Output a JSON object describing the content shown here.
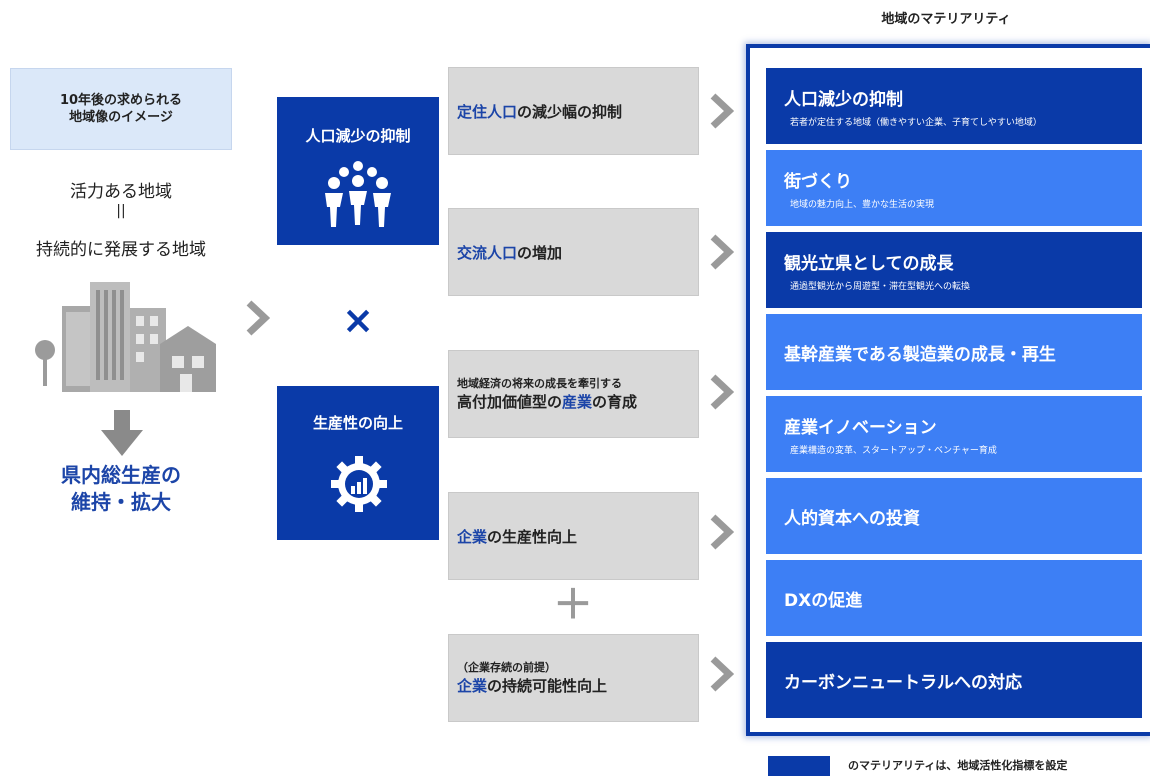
{
  "left": {
    "vision_box": [
      "10年後の求められる",
      "地域像のイメージ"
    ],
    "vision_line1": "活力ある地域",
    "vision_equals": "||",
    "vision_line2": "持続的に発展する地域",
    "gdp": [
      "県内総生産の",
      "維持・拡大"
    ]
  },
  "middle": {
    "population_label": "人口減少の抑制",
    "times": "×",
    "productivity_label": "生産性の向上",
    "plus": "＋"
  },
  "gray_items": [
    {
      "parts": [
        [
          "定住人口",
          true
        ],
        [
          "の減少幅の抑制",
          false
        ]
      ]
    },
    {
      "parts": [
        [
          "交流人口",
          true
        ],
        [
          "の増加",
          false
        ]
      ]
    },
    {
      "small": "地域経済の将来の成長を牽引する",
      "parts": [
        [
          "高付加価値型の",
          false
        ],
        [
          "産業",
          true
        ],
        [
          "の育成",
          false
        ]
      ]
    },
    {
      "parts": [
        [
          "企業",
          true
        ],
        [
          "の生産性向上",
          false
        ]
      ]
    },
    {
      "small": "（企業存続の前提）",
      "parts": [
        [
          "企業",
          true
        ],
        [
          "の持続可能性向上",
          false
        ]
      ]
    }
  ],
  "materiality": {
    "title": "地域のマテリアリティ",
    "items": [
      {
        "title": "人口減少の抑制",
        "sub": "若者が定住する地域（働きやすい企業、子育てしやすい地域）",
        "style": "dark"
      },
      {
        "title": "街づくり",
        "sub": "地域の魅力向上、豊かな生活の実現",
        "style": "light"
      },
      {
        "title": "観光立県としての成長",
        "sub": "通過型観光から周遊型・滞在型観光への転換",
        "style": "dark"
      },
      {
        "title": "基幹産業である製造業の成長・再生",
        "sub": "",
        "style": "light"
      },
      {
        "title": "産業イノベーション",
        "sub": "産業構造の変革、スタートアップ・ベンチャー育成",
        "style": "light"
      },
      {
        "title": "人的資本への投資",
        "sub": "",
        "style": "light"
      },
      {
        "title": "DXの促進",
        "sub": "",
        "style": "light"
      },
      {
        "title": "カーボンニュートラルへの対応",
        "sub": "",
        "style": "dark"
      }
    ]
  },
  "legend": {
    "text": "のマテリアリティは、地域活性化指標を設定",
    "color": "#0a3aa8"
  },
  "colors": {
    "dark_blue": "#0a3aa8",
    "light_blue": "#3d7ff5",
    "gray": "#d9d9d9",
    "highlight": "#1c45a8"
  }
}
